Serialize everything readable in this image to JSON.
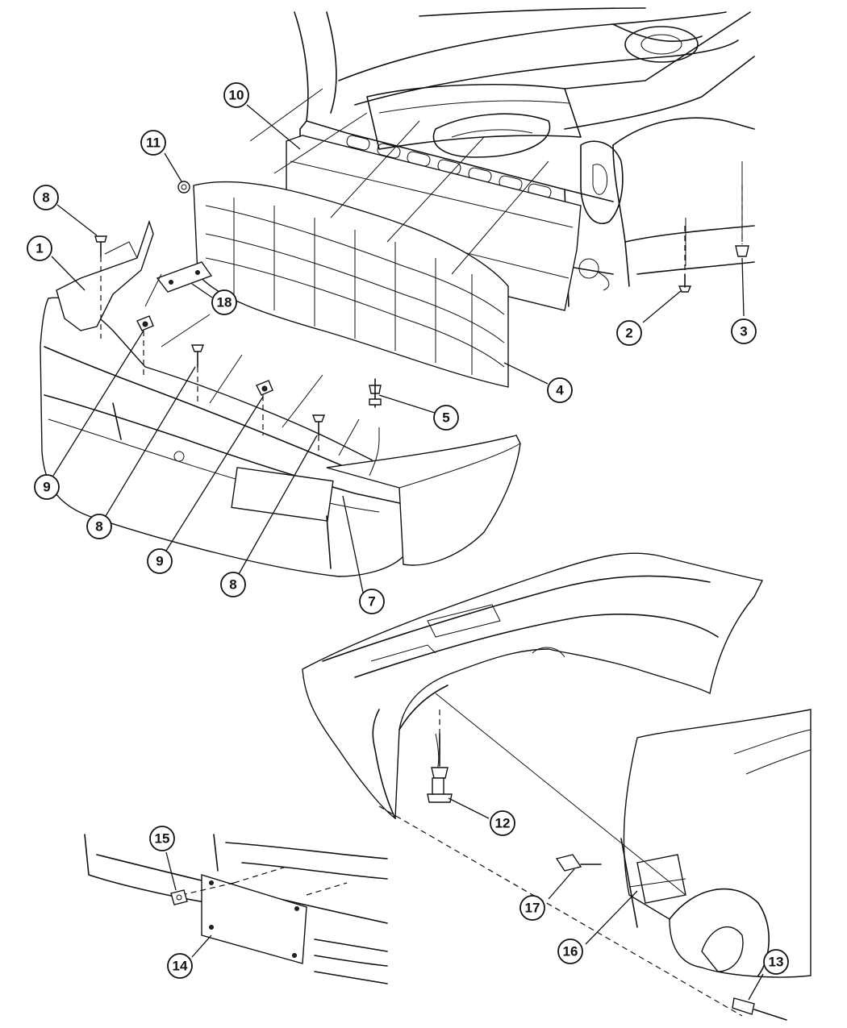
{
  "callouts": [
    {
      "id": "c10",
      "label": "10"
    },
    {
      "id": "c11",
      "label": "11"
    },
    {
      "id": "c8a",
      "label": "8"
    },
    {
      "id": "c1",
      "label": "1"
    },
    {
      "id": "c18",
      "label": "18"
    },
    {
      "id": "c2",
      "label": "2"
    },
    {
      "id": "c3",
      "label": "3"
    },
    {
      "id": "c4",
      "label": "4"
    },
    {
      "id": "c5",
      "label": "5"
    },
    {
      "id": "c9a",
      "label": "9"
    },
    {
      "id": "c8b",
      "label": "8"
    },
    {
      "id": "c9b",
      "label": "9"
    },
    {
      "id": "c8c",
      "label": "8"
    },
    {
      "id": "c7",
      "label": "7"
    },
    {
      "id": "c12",
      "label": "12"
    },
    {
      "id": "c15",
      "label": "15"
    },
    {
      "id": "c17",
      "label": "17"
    },
    {
      "id": "c16",
      "label": "16"
    },
    {
      "id": "c14",
      "label": "14"
    },
    {
      "id": "c13",
      "label": "13"
    }
  ]
}
